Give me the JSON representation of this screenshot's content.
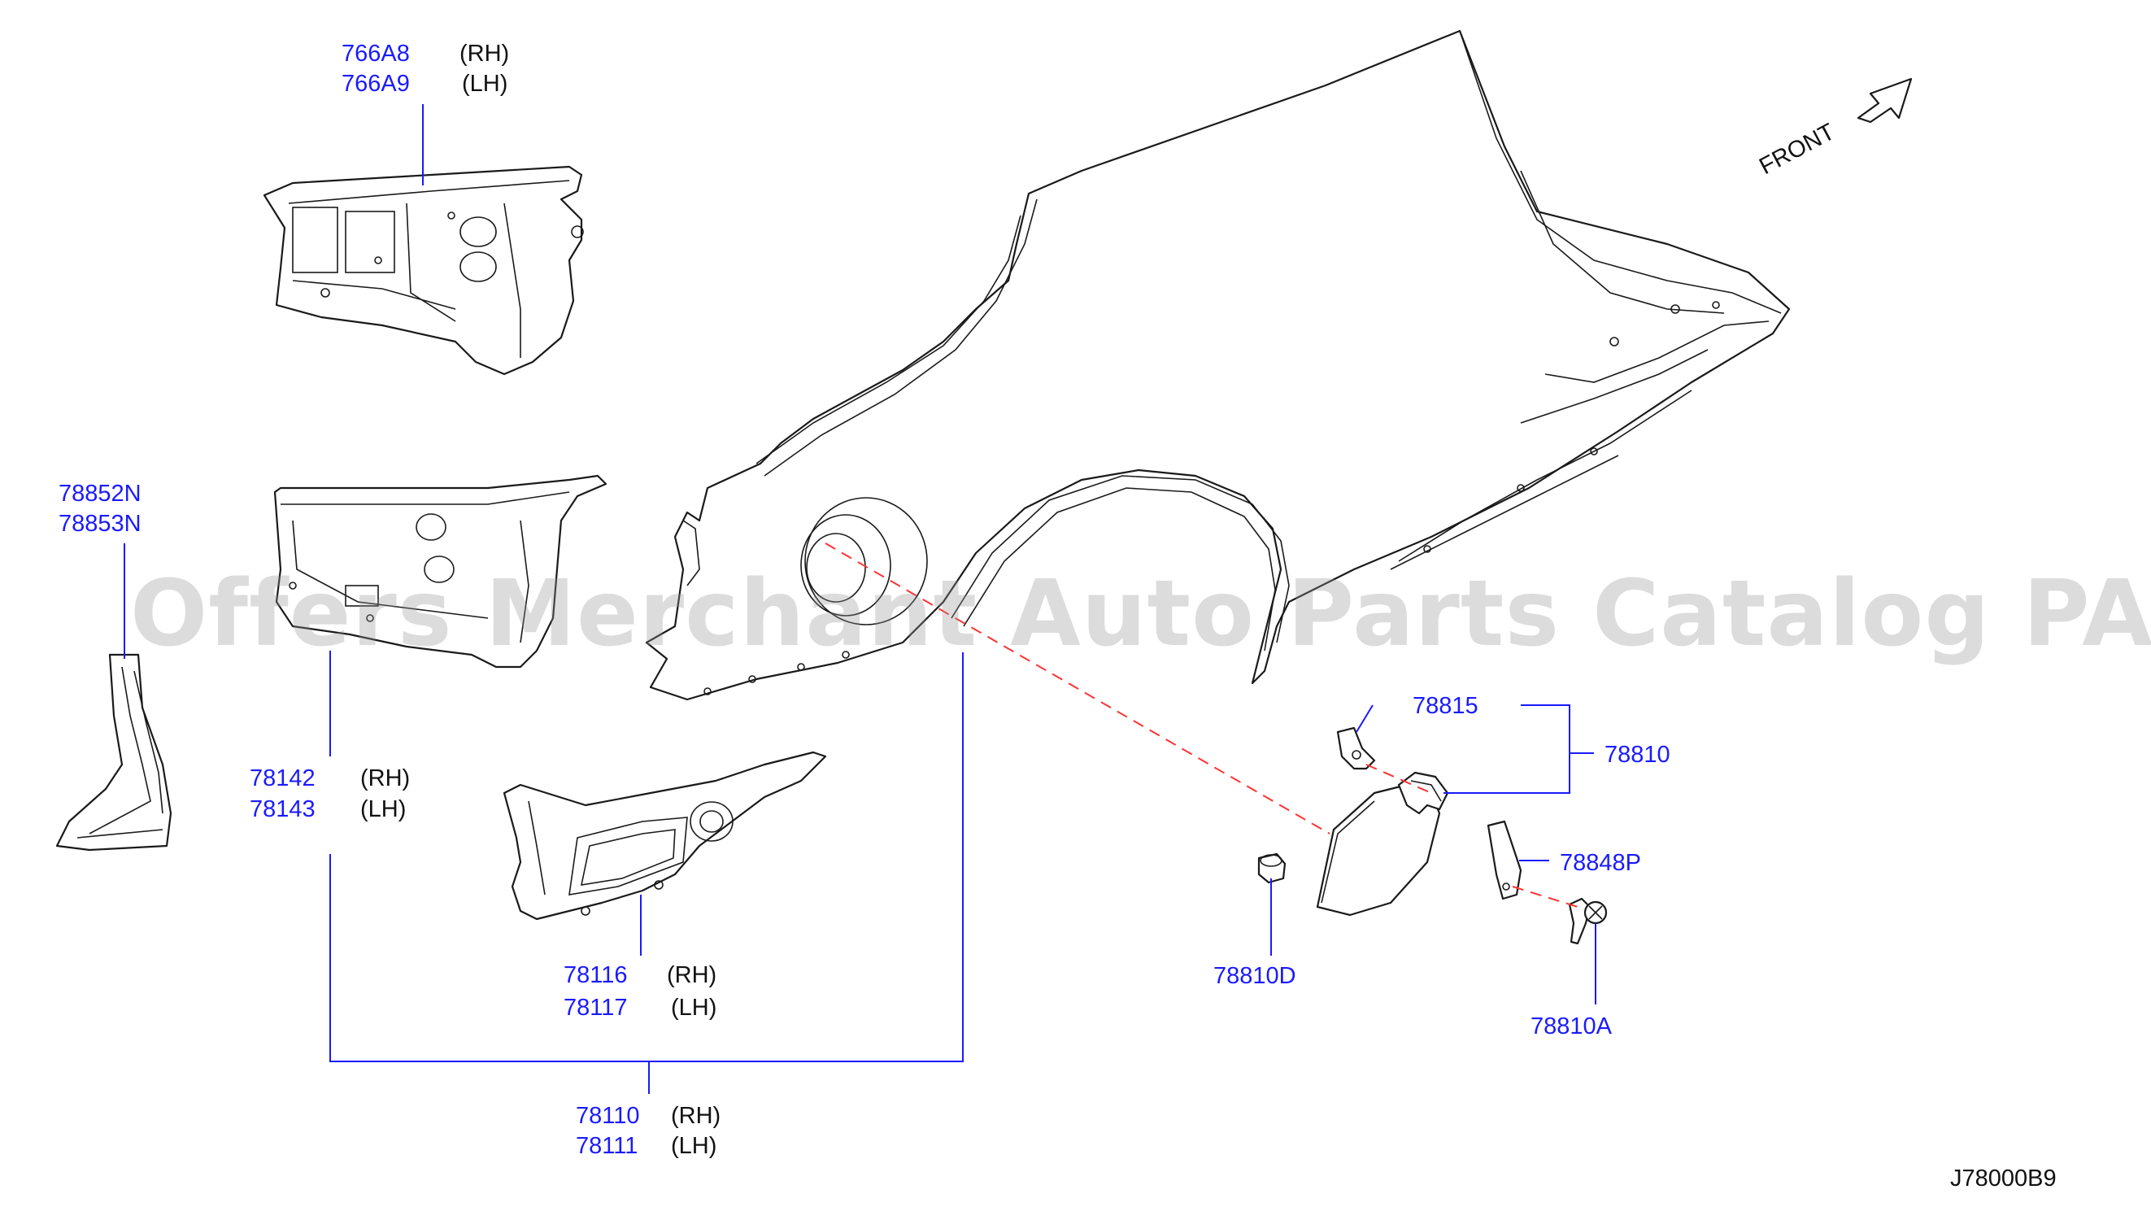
{
  "watermark": "Offers Merchant Auto Parts Catalog PARTSTORE.SA",
  "direction": {
    "label": "FRONT",
    "icon": "arrow-up-right-icon"
  },
  "diagram_code": "J78000B9",
  "colors": {
    "part_number": "#1a1aff",
    "side_text": "#111111",
    "line": "#1a1aff",
    "drawing": "#1a1a1a",
    "guide_dash": "#ff3333",
    "watermark": "#b4b4b4"
  },
  "callouts": {
    "c766a8": "766A8",
    "c766a8_side": "(RH)",
    "c766a9": "766A9",
    "c766a9_side": "(LH)",
    "c78852n": "78852N",
    "c78853n": "78853N",
    "c78142": "78142",
    "c78142_side": "(RH)",
    "c78143": "78143",
    "c78143_side": "(LH)",
    "c78116": "78116",
    "c78116_side": "(RH)",
    "c78117": "78117",
    "c78117_side": "(LH)",
    "c78110": "78110",
    "c78110_side": "(RH)",
    "c78111": "78111",
    "c78111_side": "(LH)",
    "c78815": "78815",
    "c78810": "78810",
    "c78848p": "78848P",
    "c78810d": "78810D",
    "c78810a": "78810A"
  }
}
